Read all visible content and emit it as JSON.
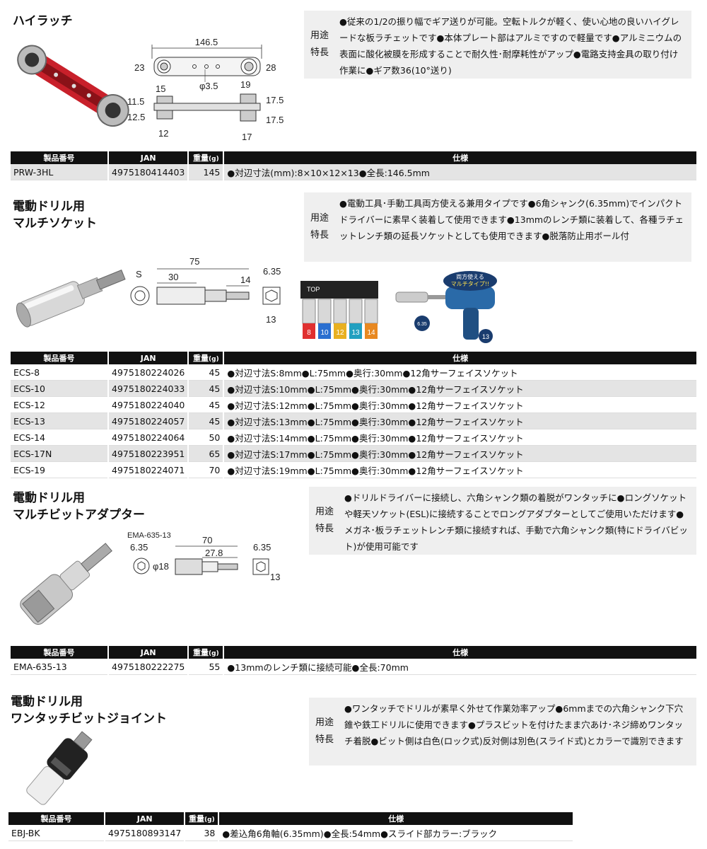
{
  "headers": {
    "code": "製品番号",
    "jan": "JAN",
    "weight": "重量",
    "weight_unit": "(g)",
    "spec": "仕様"
  },
  "desc_labels": {
    "use": "用途",
    "feature": "特長"
  },
  "sections": [
    {
      "title_lines": [
        "ハイラッチ"
      ],
      "description": "●従来の1/2の振り幅でギア送りが可能。空転トルクが軽く、使い心地の良いハイグレードな板ラチェットです●本体プレート部はアルミですので軽量です●アルミニウムの表面に酸化被膜を形成することで耐久性･耐摩耗性がアップ●電路支持金具の取り付け作業に●ギア数36(10°送り)",
      "rows": [
        {
          "code": "PRW-3HL",
          "jan": "4975180414403",
          "weight": "145",
          "spec": "●対辺寸法(mm):8×10×12×13●全長:146.5mm"
        }
      ]
    },
    {
      "title_lines": [
        "電動ドリル用",
        "マルチソケット"
      ],
      "description": "●電動工具･手動工具両方使える兼用タイプです●6角シャンク(6.35mm)でインパクトドライバーに素早く装着して使用できます●13mmのレンチ類に装着して、各種ラチェットレンチ類の延長ソケットとしても使用できます●脱落防止用ボール付",
      "rows": [
        {
          "code": "ECS-8",
          "jan": "4975180224026",
          "weight": "45",
          "spec": "●対辺寸法S:8mm●L:75mm●奥行:30mm●12角サーフェイスソケット"
        },
        {
          "code": "ECS-10",
          "jan": "4975180224033",
          "weight": "45",
          "spec": "●対辺寸法S:10mm●L:75mm●奥行:30mm●12角サーフェイスソケット"
        },
        {
          "code": "ECS-12",
          "jan": "4975180224040",
          "weight": "45",
          "spec": "●対辺寸法S:12mm●L:75mm●奥行:30mm●12角サーフェイスソケット"
        },
        {
          "code": "ECS-13",
          "jan": "4975180224057",
          "weight": "45",
          "spec": "●対辺寸法S:13mm●L:75mm●奥行:30mm●12角サーフェイスソケット"
        },
        {
          "code": "ECS-14",
          "jan": "4975180224064",
          "weight": "50",
          "spec": "●対辺寸法S:14mm●L:75mm●奥行:30mm●12角サーフェイスソケット"
        },
        {
          "code": "ECS-17N",
          "jan": "4975180223951",
          "weight": "65",
          "spec": "●対辺寸法S:17mm●L:75mm●奥行:30mm●12角サーフェイスソケット"
        },
        {
          "code": "ECS-19",
          "jan": "4975180224071",
          "weight": "70",
          "spec": "●対辺寸法S:19mm●L:75mm●奥行:30mm●12角サーフェイスソケット"
        }
      ]
    },
    {
      "title_lines": [
        "電動ドリル用",
        "マルチビットアダプター"
      ],
      "description": "●ドリルドライバーに接続し、六角シャンク類の着脱がワンタッチに●ロングソケットや軽天ソケット(ESL)に接続することでロングアダプターとしてご使用いただけます●メガネ･板ラチェットレンチ類に接続すれば、手動で六角シャンク類(特にドライバビット)が使用可能です",
      "rows": [
        {
          "code": "EMA-635-13",
          "jan": "4975180222275",
          "weight": "55",
          "spec": "●13mmのレンチ類に接続可能●全長:70mm"
        }
      ]
    },
    {
      "title_lines": [
        "電動ドリル用",
        "ワンタッチビットジョイント"
      ],
      "description": "●ワンタッチでドリルが素早く外せて作業効率アップ●6mmまでの六角シャンク下穴錐や鉄工ドリルに使用できます●プラスビットを付けたまま穴あけ･ネジ締めワンタッチ着脱●ビット側は白色(ロック式)反対側は別色(スライド式)とカラーで識別できます",
      "rows": [
        {
          "code": "EBJ-BK",
          "jan": "4975180893147",
          "weight": "38",
          "spec": "●差込角6角軸(6.35mm)●全長:54mm●スライド部カラー:ブラック"
        }
      ]
    }
  ],
  "diagram_labels": {
    "hilatch": {
      "length": "146.5",
      "left_h": "23",
      "right_h": "28",
      "hole": "φ3.5",
      "top_l": "15",
      "top_r": "19",
      "l1": "11.5",
      "l2": "12.5",
      "r1": "17.5",
      "r2": "17.5",
      "bot_l": "12",
      "bot_r": "17"
    },
    "socket": {
      "total": "75",
      "s": "S",
      "depth": "30",
      "shank": "14",
      "hex": "6.35",
      "drive": "13"
    },
    "set_box": {
      "brand": "TOP",
      "sizes": [
        "8",
        "10",
        "12",
        "13",
        "14"
      ]
    },
    "impact_badge": {
      "line1": "両方使える",
      "line2": "マルチタイプ!!",
      "hex": "6.35",
      "drive": "13"
    },
    "adapter": {
      "model": "EMA-635-13",
      "hex_l": "6.35",
      "total": "70",
      "part": "27.8",
      "hex_r": "6.35",
      "dia": "φ18",
      "drive": "13"
    }
  },
  "colors": {
    "accent_red": "#c8202a",
    "header_bg": "#111111",
    "desc_bg": "#efefef",
    "row_alt": "#e4e4e4",
    "socket_8": "#e03030",
    "socket_10": "#2a6fd0",
    "socket_12": "#e8b020",
    "socket_13": "#22a0c0",
    "socket_14": "#e88820"
  }
}
